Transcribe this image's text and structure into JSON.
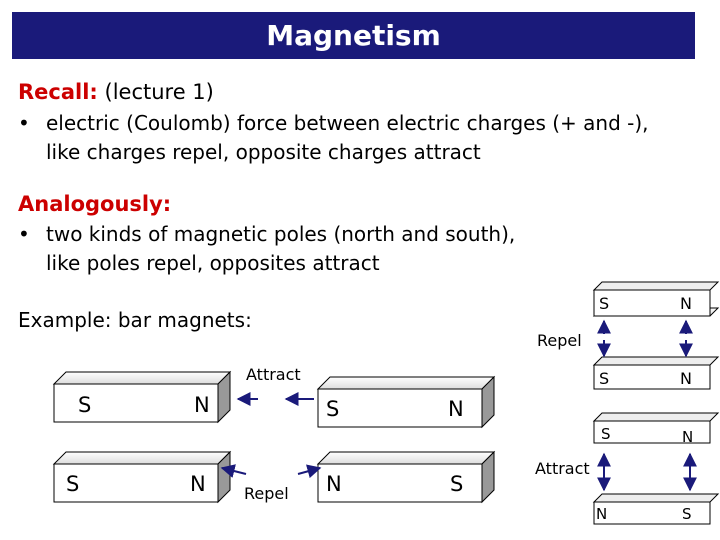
{
  "title": "Magnetism",
  "recall": {
    "label": "Recall:",
    "note": " (lecture 1)",
    "bullet": "electric (Coulomb) force between electric charges (+ and -),",
    "continuation": "like charges repel, opposite charges attract"
  },
  "analogously": {
    "label": "Analogously:",
    "bullet": "two kinds of magnetic poles (north and south),",
    "continuation": "like poles repel, opposites attract"
  },
  "example_label": "Example: bar magnets:",
  "diagram": {
    "attract_label": "Attract",
    "repel_label": "Repel",
    "row1": {
      "left": [
        "S",
        "N"
      ],
      "right": [
        "S",
        "N"
      ]
    },
    "row2": {
      "left": [
        "S",
        "N"
      ],
      "right": [
        "N",
        "S"
      ]
    },
    "vertical_repel": {
      "top": [
        "S",
        "N"
      ],
      "bottom": [
        "S",
        "N"
      ]
    },
    "vertical_attract": {
      "top": [
        "S",
        "N"
      ],
      "bottom": [
        "N",
        "S"
      ]
    }
  },
  "colors": {
    "title_bg": "#1a1a7a",
    "heading": "#cc0000",
    "arrow": "#1a1a7a"
  }
}
